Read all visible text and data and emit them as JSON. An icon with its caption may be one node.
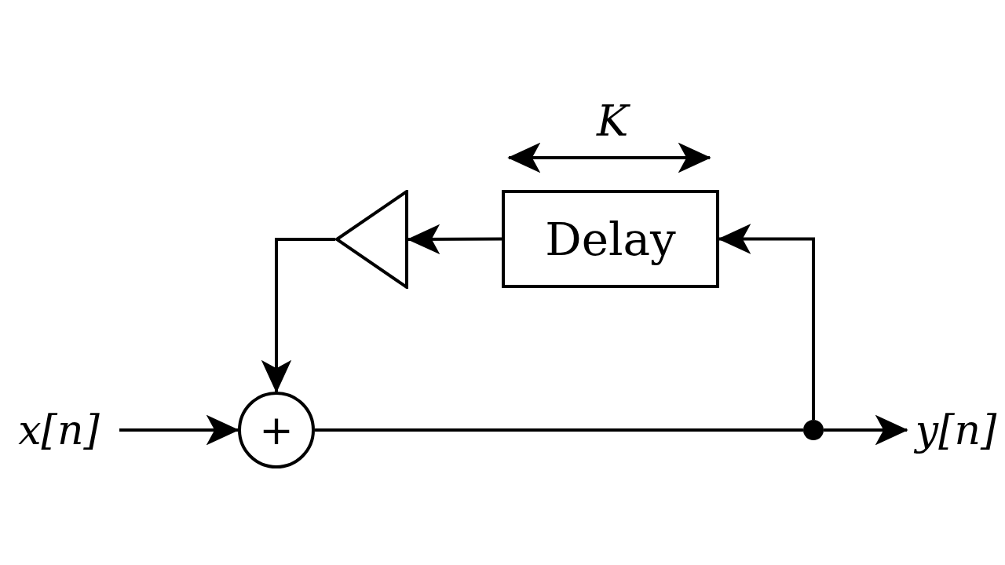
{
  "diagram": {
    "nodes": [
      {
        "text": [
          "x[n]"
        ]
      },
      {
        "text": [
          "+"
        ]
      },
      {
        "text": [],
        "shape": "circle"
      },
      {
        "text": [
          "y[n]"
        ]
      },
      {
        "text": [
          "Delay"
        ]
      },
      {
        "text": [],
        "shape": "triangle"
      }
    ],
    "edges": [
      {
        "from": 0,
        "to": 1,
        "arrow": "to"
      },
      {
        "from": 1,
        "to": 2,
        "arrow": "none"
      },
      {
        "from": 2,
        "to": 3,
        "arrow": "to"
      },
      {
        "from": 2,
        "to": 4,
        "arrow": "to"
      },
      {
        "from": 4,
        "to": 5,
        "arrow": "to"
      },
      {
        "from": 5,
        "to": 1,
        "arrow": "to"
      }
    ],
    "labels": [
      "K"
    ]
  }
}
